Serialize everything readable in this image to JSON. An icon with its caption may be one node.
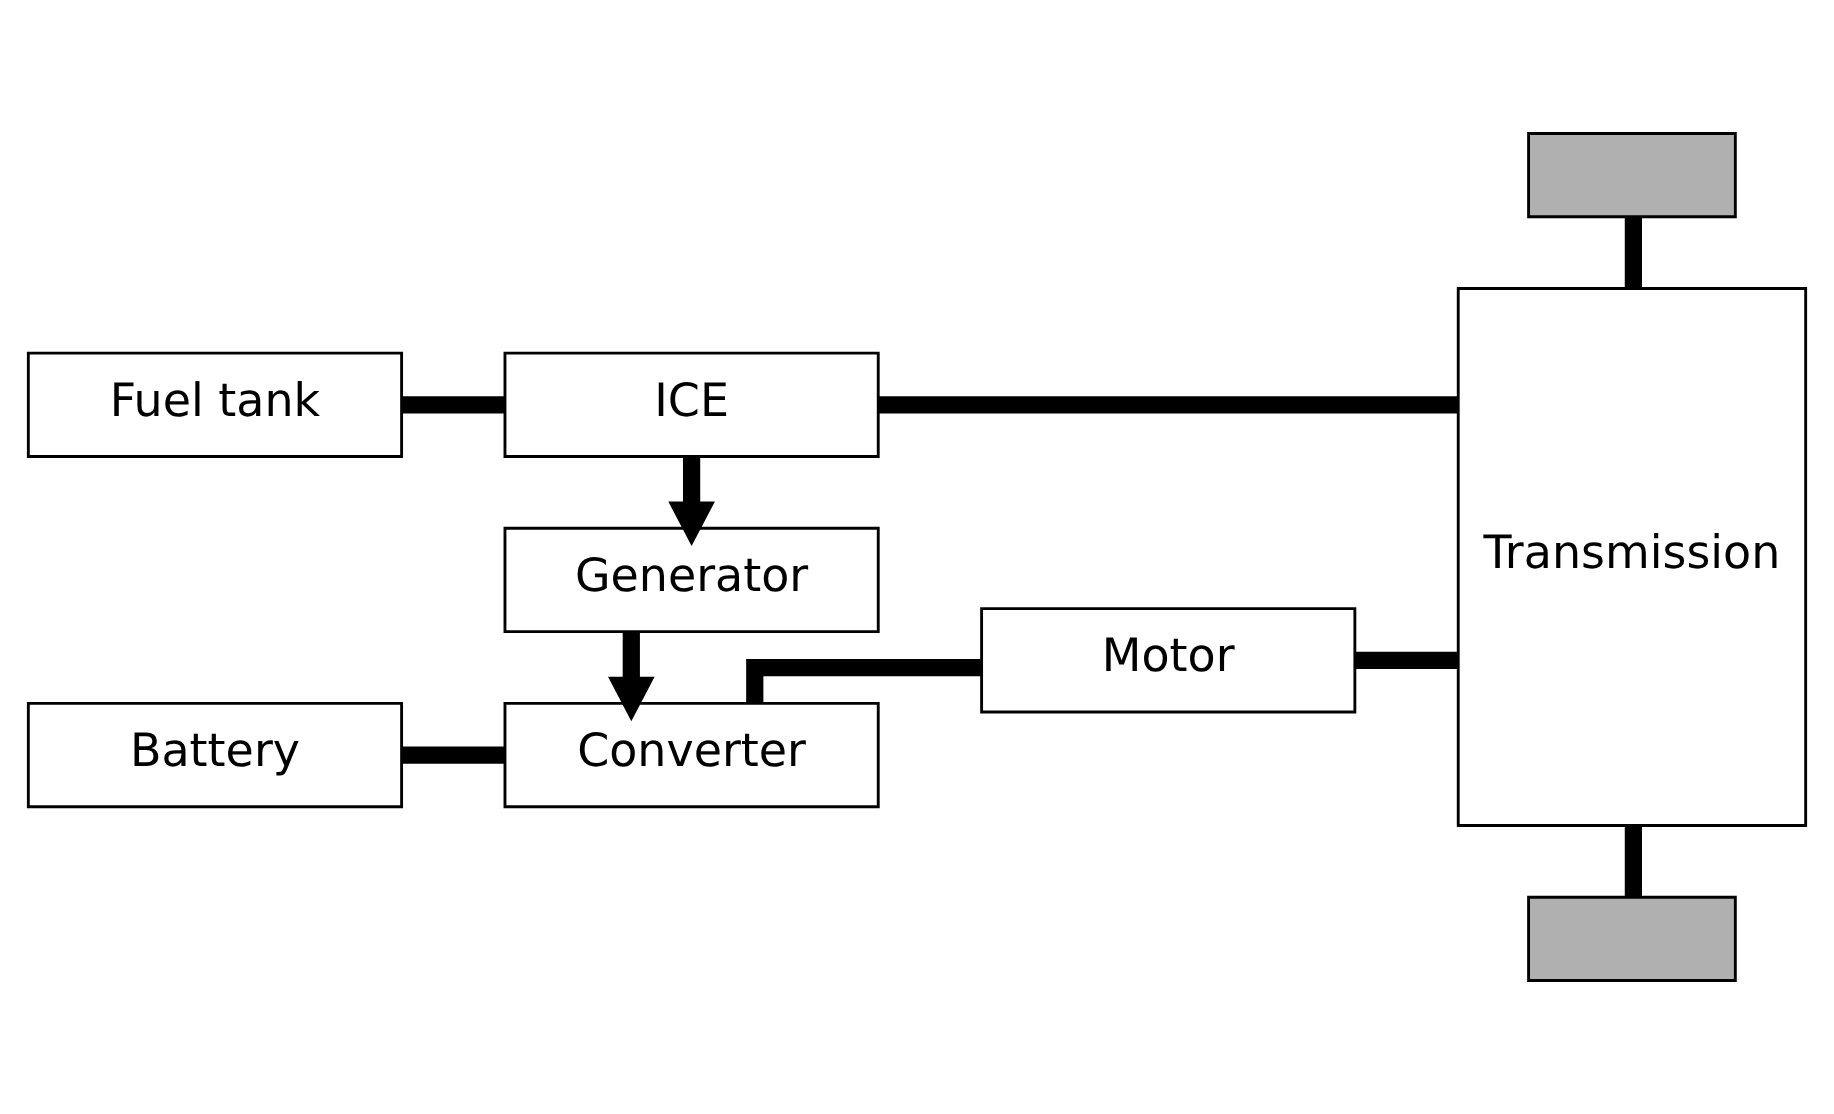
{
  "diagram": {
    "nodes": [
      {
        "text": [
          "Fuel tank"
        ]
      },
      {
        "text": [
          "ICE"
        ]
      },
      {
        "text": [
          "Generator"
        ]
      },
      {
        "text": [
          "Battery"
        ]
      },
      {
        "text": [
          "Converter"
        ]
      },
      {
        "text": [
          "Motor"
        ]
      },
      {
        "text": [
          "Transmission"
        ]
      },
      {
        "text": [],
        "shape": "box"
      },
      {
        "text": [],
        "shape": "box"
      }
    ],
    "edges": [
      {
        "from": 0,
        "to": 1,
        "arrow": "none"
      },
      {
        "from": 1,
        "to": 6,
        "arrow": "none"
      },
      {
        "from": 1,
        "to": 2,
        "arrow": "to"
      },
      {
        "from": 2,
        "to": 4,
        "arrow": "to"
      },
      {
        "from": 3,
        "to": 4,
        "arrow": "none"
      },
      {
        "from": 4,
        "to": 5,
        "arrow": "none"
      },
      {
        "from": 5,
        "to": 6,
        "arrow": "none"
      },
      {
        "from": 7,
        "to": 6,
        "arrow": "none"
      },
      {
        "from": 6,
        "to": 8,
        "arrow": "none"
      }
    ]
  }
}
